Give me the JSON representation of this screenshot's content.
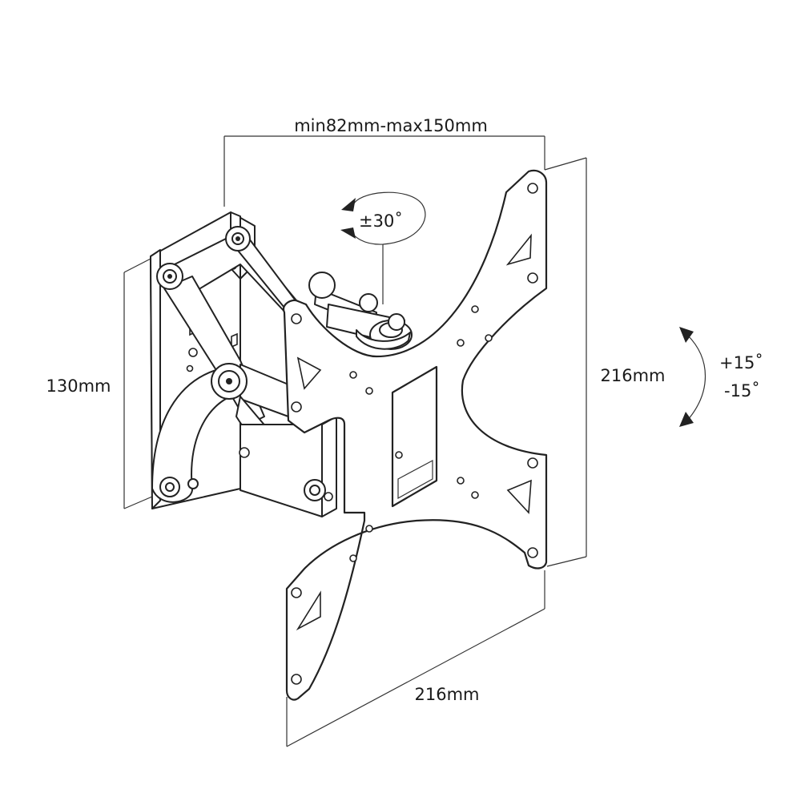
{
  "diagram": {
    "dimensions": {
      "hole_spacing": "min82mm-max150mm",
      "left_height": "130mm",
      "right_height": "216mm",
      "bottom_width": "216mm"
    },
    "rotation": {
      "swivel": "±30˚",
      "tilt_up": "+15˚",
      "tilt_down": "-15˚"
    },
    "colors": {
      "line": "#222222",
      "background": "#ffffff"
    }
  }
}
